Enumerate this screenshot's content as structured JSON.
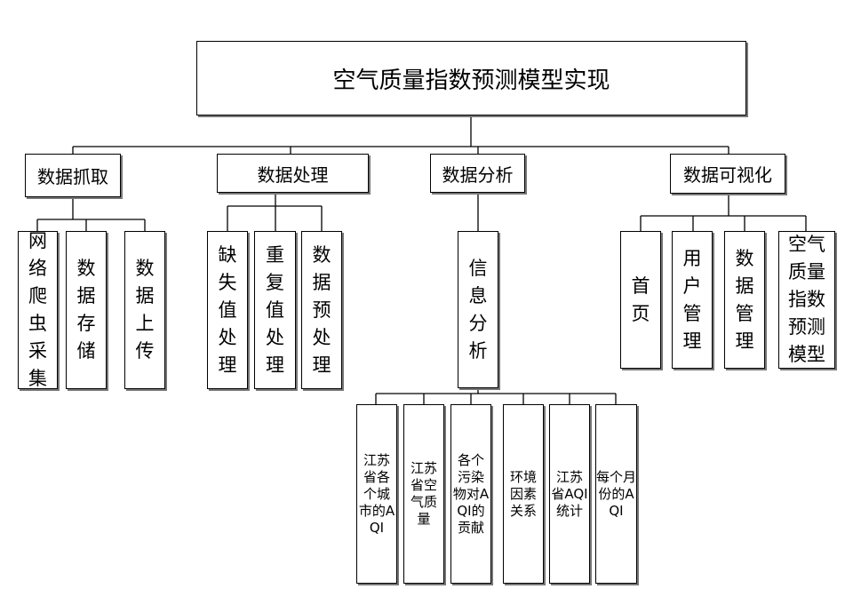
{
  "root": "空气质量指数预测模型实现",
  "crawl": {
    "label": "数据抓取",
    "children": [
      "网络爬虫采集",
      "数据存储",
      "数据上传"
    ]
  },
  "process": {
    "label": "数据处理",
    "children": [
      "缺失值处理",
      "重复值处理",
      "数据预处理"
    ]
  },
  "analysis": {
    "label": "数据分析",
    "child": "信息分析",
    "grandchildren": [
      "江苏省各个城市的AQI",
      "江苏省空气质量",
      "各个污染物对AQI的贡献",
      "环境因素关系",
      "江苏省AQI统计",
      "每个月份的AQI"
    ]
  },
  "viz": {
    "label": "数据可视化",
    "children": [
      "首页",
      "用户管理",
      "数据管理",
      "空气质量指数预测模型"
    ]
  }
}
